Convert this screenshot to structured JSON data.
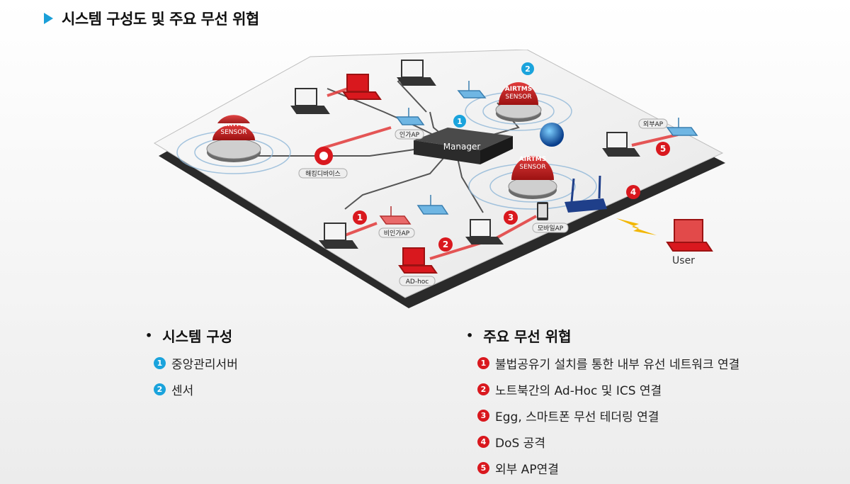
{
  "title": "시스템 구성도 및 주요 무선 위협",
  "diagram": {
    "manager": "Manager",
    "sensor_line1": "AIRTMS",
    "sensor_line2": "SENSOR",
    "authorized_ap": "인가AP",
    "hacking_device": "해킹디바이스",
    "external_ap": "외부AP",
    "unauthorized_ap": "비인가AP",
    "mobile_ap": "모바일AP",
    "adhoc": "AD-hoc",
    "user": "User",
    "callouts": [
      "1",
      "2",
      "3",
      "4",
      "5"
    ],
    "system_markers": [
      "1",
      "2"
    ]
  },
  "system": {
    "heading": "시스템 구성",
    "items": [
      {
        "num": "1",
        "label": "중앙관리서버"
      },
      {
        "num": "2",
        "label": "센서"
      }
    ]
  },
  "threats": {
    "heading": "주요 무선 위협",
    "items": [
      {
        "num": "1",
        "label": "불법공유기 설치를 통한 내부 유선 네트워크 연결"
      },
      {
        "num": "2",
        "label": "노트북간의 Ad-Hoc 및 ICS 연결"
      },
      {
        "num": "3",
        "label": "Egg, 스마트폰 무선 테더링 연결"
      },
      {
        "num": "4",
        "label": "DoS 공격"
      },
      {
        "num": "5",
        "label": "외부 AP연결"
      }
    ]
  },
  "colors": {
    "accent_blue": "#1aa3dc",
    "threat_red": "#d9181e"
  }
}
